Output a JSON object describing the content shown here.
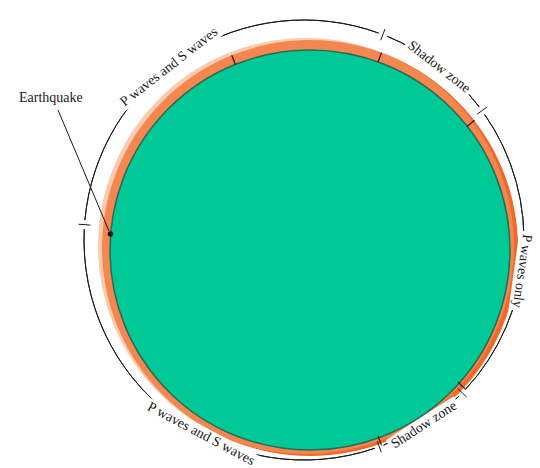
{
  "diagram": {
    "labels": [
      "P waves and S waves",
      "Shadow zone",
      "Earthquake",
      "P waves only",
      "Shadow zone",
      "P waves and S waves"
    ]
  }
}
